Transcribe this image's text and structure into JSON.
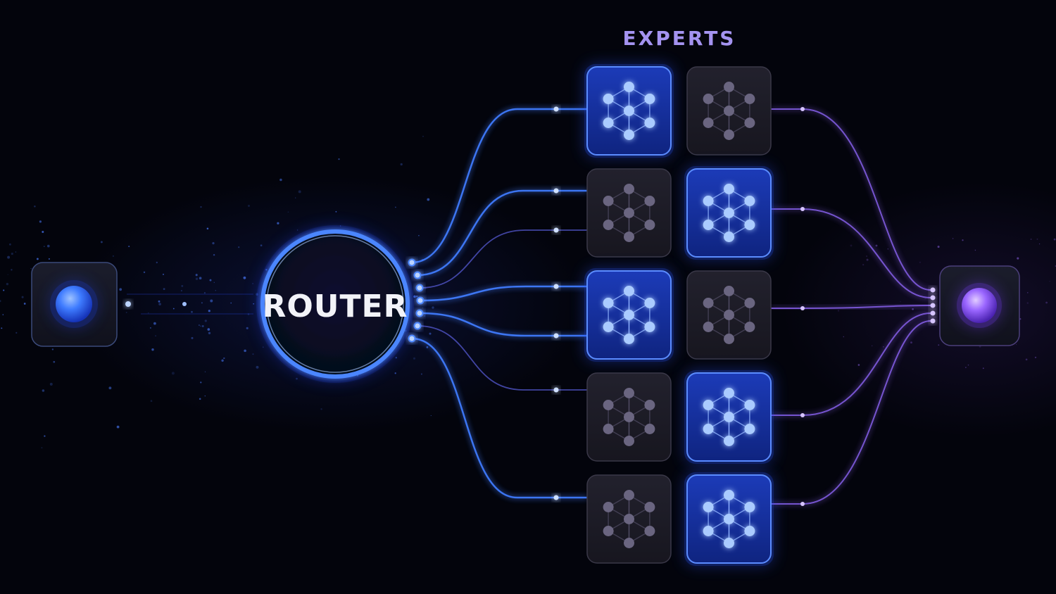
{
  "router": {
    "label": "ROUTER"
  },
  "experts": {
    "title": "EXPERTS",
    "rows": 5,
    "columns": 2,
    "active": [
      [
        true,
        false
      ],
      [
        false,
        true
      ],
      [
        true,
        false
      ],
      [
        false,
        true
      ],
      [
        false,
        true
      ]
    ]
  },
  "colors": {
    "background": "#03040c",
    "input_accent": "#3a7bff",
    "output_accent": "#9b6bff",
    "active_expert": "#2a5cff",
    "inactive_expert": "#2a2935"
  },
  "icons": {
    "input": "input-orb-icon",
    "output": "output-orb-icon",
    "expert": "neural-network-icon"
  }
}
